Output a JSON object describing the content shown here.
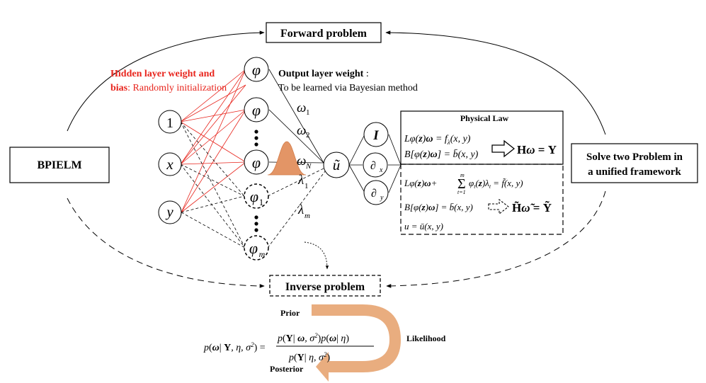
{
  "boxes": {
    "forward": "Forward problem",
    "inverse": "Inverse problem",
    "left": "BPIELM",
    "right_line1": "Solve two Problem in",
    "right_line2": "a unified framework"
  },
  "hidden_note": {
    "line1": "Hidden layer weight and",
    "line2_bold": "bias",
    "line2_rest": ": Randomly initialization"
  },
  "output_note": {
    "line1": "Output layer weight",
    "line1_suffix": " :",
    "line2": "To be learned via Bayesian method"
  },
  "inputs": [
    "1",
    "x",
    "y"
  ],
  "hidden_nodes": {
    "phi": "φ",
    "phi_sub_1": "1",
    "phi_sub_m": "m"
  },
  "weights": {
    "omega": "ω",
    "sub1": "1",
    "sub2": "2",
    "subN": "N",
    "lambda": "λ",
    "sub_lambda1": "1",
    "sub_lambdam": "m"
  },
  "output_node": "ũ",
  "operators": {
    "identity": "I",
    "dx": "∂",
    "dx_sub": "x",
    "dy": "∂",
    "dy_sub": "y"
  },
  "physical_law": {
    "title": "Physical Law",
    "forward_eq1": "Lφ(z)ω = f_λ(x, y)",
    "forward_eq2": "B[φ(z)ω] = b̄(x, y)",
    "forward_result": "Hω = Y",
    "inverse_eq1": "Lφ(z)ω + Σ_{t=1}^{m} φ_t(z)λ_t = f̃(x, y)",
    "inverse_eq2": "B[φ(z)ω] = b̄(x, y)",
    "inverse_eq3": "u = ū(x, y)",
    "inverse_result": "H̃ω̃ = Ỹ"
  },
  "bayes": {
    "equation": "p(ω| Y, η, σ²) = p(Y| ω, σ²) p(ω| η) / p(Y| η, σ²)",
    "prior": "Prior",
    "likelihood": "Likelihood",
    "posterior": "Posterior"
  },
  "colors": {
    "red": "#e8251d",
    "orange": "#e9ad7f",
    "gaussian": "#e39566",
    "black": "#000000"
  }
}
